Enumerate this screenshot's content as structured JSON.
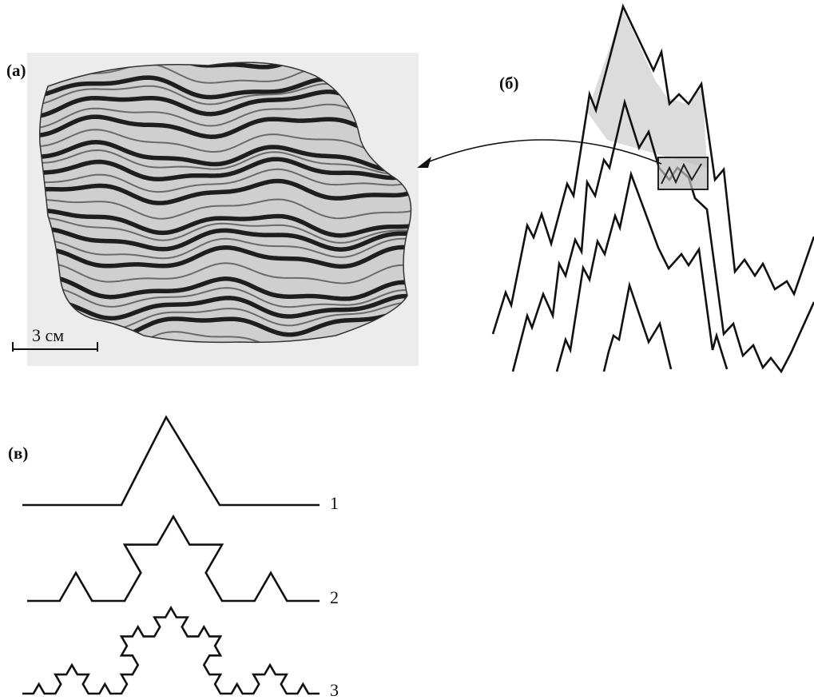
{
  "panels": {
    "a": {
      "label": "(а)",
      "scale_bar": "3 см"
    },
    "b": {
      "label": "(б)"
    },
    "c": {
      "label": "(в)",
      "curve_labels": [
        "1",
        "2",
        "3"
      ]
    }
  },
  "colors": {
    "ink": "#111111",
    "rock_bg": "#c9c9c9",
    "rock_band_dark": "#1e1e1e",
    "rock_band_light": "#e4e4e4",
    "highlight": "#cfcfcf"
  }
}
